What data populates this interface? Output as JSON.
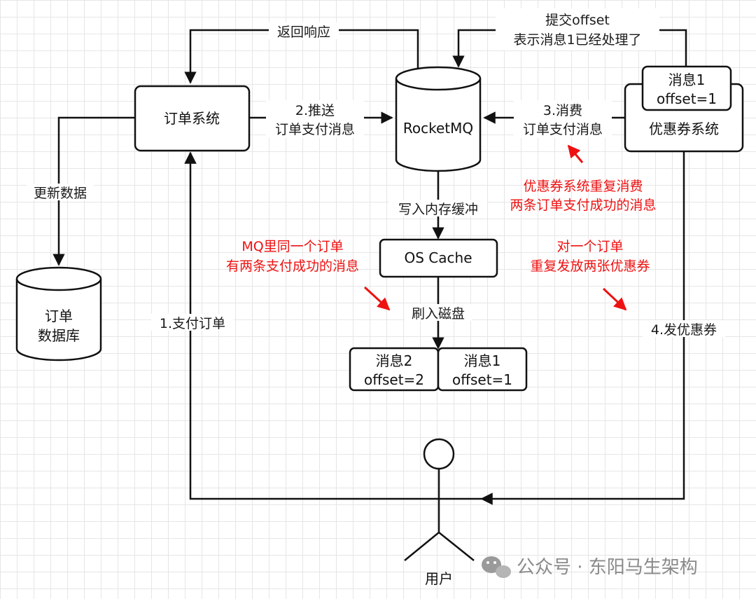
{
  "nodes": {
    "order_system": "订单系统",
    "rocketmq": "RocketMQ",
    "coupon_system": "优惠券系统",
    "coupon_msg_line1": "消息1",
    "coupon_msg_line2": "offset=1",
    "order_db_line1": "订单",
    "order_db_line2": "数据库",
    "os_cache": "OS Cache",
    "disk_msg2_line1": "消息2",
    "disk_msg2_line2": "offset=2",
    "disk_msg1_line1": "消息1",
    "disk_msg1_line2": "offset=1",
    "user": "用户"
  },
  "edges": {
    "return_response": "返回响应",
    "commit_offset_line1": "提交offset",
    "commit_offset_line2": "表示消息1已经处理了",
    "push_line1": "2.推送",
    "push_line2": "订单支付消息",
    "consume_line1": "3.消费",
    "consume_line2": "订单支付消息",
    "update_data": "更新数据",
    "write_cache": "写入内存缓冲",
    "flush_disk": "刷入磁盘",
    "pay_order": "1.支付订单",
    "issue_coupon": "4.发优惠券"
  },
  "annotations": {
    "dup_consume_line1": "优惠券系统重复消费",
    "dup_consume_line2": "两条订单支付成功的消息",
    "mq_dup_line1": "MQ里同一个订单",
    "mq_dup_line2": "有两条支付成功的消息",
    "dup_coupon_line1": "对一个订单",
    "dup_coupon_line2": "重复发放两张优惠券"
  },
  "watermark": {
    "text": "公众号 · 东阳马生架构",
    "icon": "wechat-icon"
  },
  "colors": {
    "line": "#111111",
    "annotation": "#ee1111",
    "watermark": "#8a8a8a"
  }
}
